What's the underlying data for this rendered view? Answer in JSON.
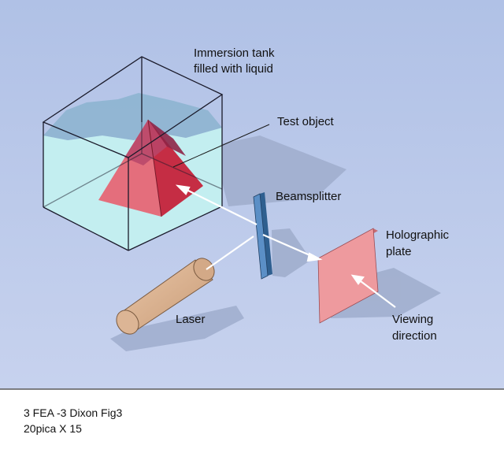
{
  "labels": {
    "tank": [
      "Immersion tank",
      "filled with liquid"
    ],
    "test_object": "Test object",
    "beamsplitter": "Beamsplitter",
    "plate": [
      "Holographic",
      "plate"
    ],
    "laser": "Laser",
    "viewing": [
      "Viewing",
      "direction"
    ]
  },
  "caption": {
    "line1": "3 FEA -3 Dixon Fig3",
    "line2": "20pica X 15"
  },
  "colors": {
    "background_top": "#b3c3e8",
    "background_bottom": "#c4d0ee",
    "liquid": "#c3eef0",
    "liquid_surface": "#8fb3d1",
    "pyramid_light": "#e46e7c",
    "pyramid_dark": "#b9283d",
    "beamsplitter": "#5b8fc6",
    "plate": "#ee9a9e",
    "laser": "#d9b191",
    "shadow": "#9aa8c8"
  }
}
